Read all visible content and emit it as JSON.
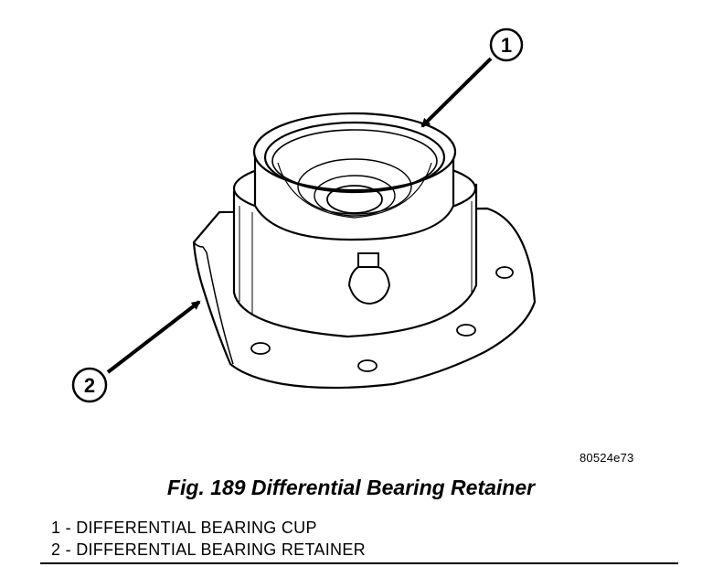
{
  "callouts": [
    {
      "number": "1"
    },
    {
      "number": "2"
    }
  ],
  "image_code": "80524e73",
  "caption": "Fig. 189 Differential Bearing Retainer",
  "legend": [
    {
      "text": "1 - DIFFERENTIAL BEARING CUP"
    },
    {
      "text": "2 - DIFFERENTIAL BEARING RETAINER"
    }
  ]
}
